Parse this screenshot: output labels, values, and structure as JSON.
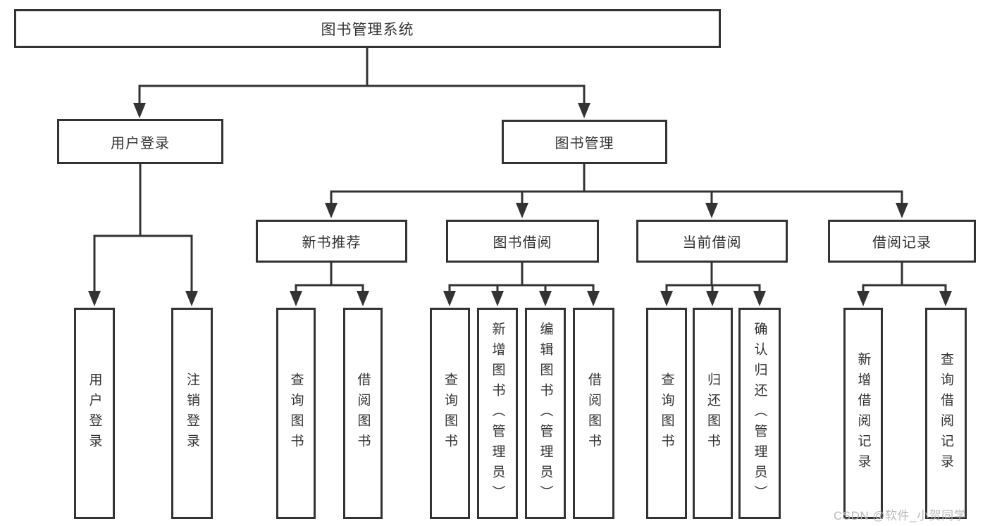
{
  "diagram": {
    "root": {
      "label": "图书管理系统"
    },
    "branches": [
      {
        "label": "用户登录",
        "children": [
          {
            "label": "用户登录"
          },
          {
            "label": "注销登录"
          }
        ]
      },
      {
        "label": "图书管理",
        "children": [
          {
            "label": "新书推荐",
            "children": [
              {
                "label": "查询图书"
              },
              {
                "label": "借阅图书"
              }
            ]
          },
          {
            "label": "图书借阅",
            "children": [
              {
                "label": "查询图书"
              },
              {
                "label": "新增图书（管理员）"
              },
              {
                "label": "编辑图书（管理员）"
              },
              {
                "label": "借阅图书"
              }
            ]
          },
          {
            "label": "当前借阅",
            "children": [
              {
                "label": "查询图书"
              },
              {
                "label": "归还图书"
              },
              {
                "label": "确认归还（管理员）"
              }
            ]
          },
          {
            "label": "借阅记录",
            "children": [
              {
                "label": "新增借阅记录"
              },
              {
                "label": "查询借阅记录"
              }
            ]
          }
        ]
      }
    ]
  },
  "watermark": {
    "text": "CSDN @软件_小贺同学"
  },
  "colors": {
    "line": "#333333",
    "box_border": "#333333",
    "box_fill": "#ffffff",
    "text": "#333333",
    "watermark": "#b9b9b9",
    "background": "#ffffff"
  }
}
